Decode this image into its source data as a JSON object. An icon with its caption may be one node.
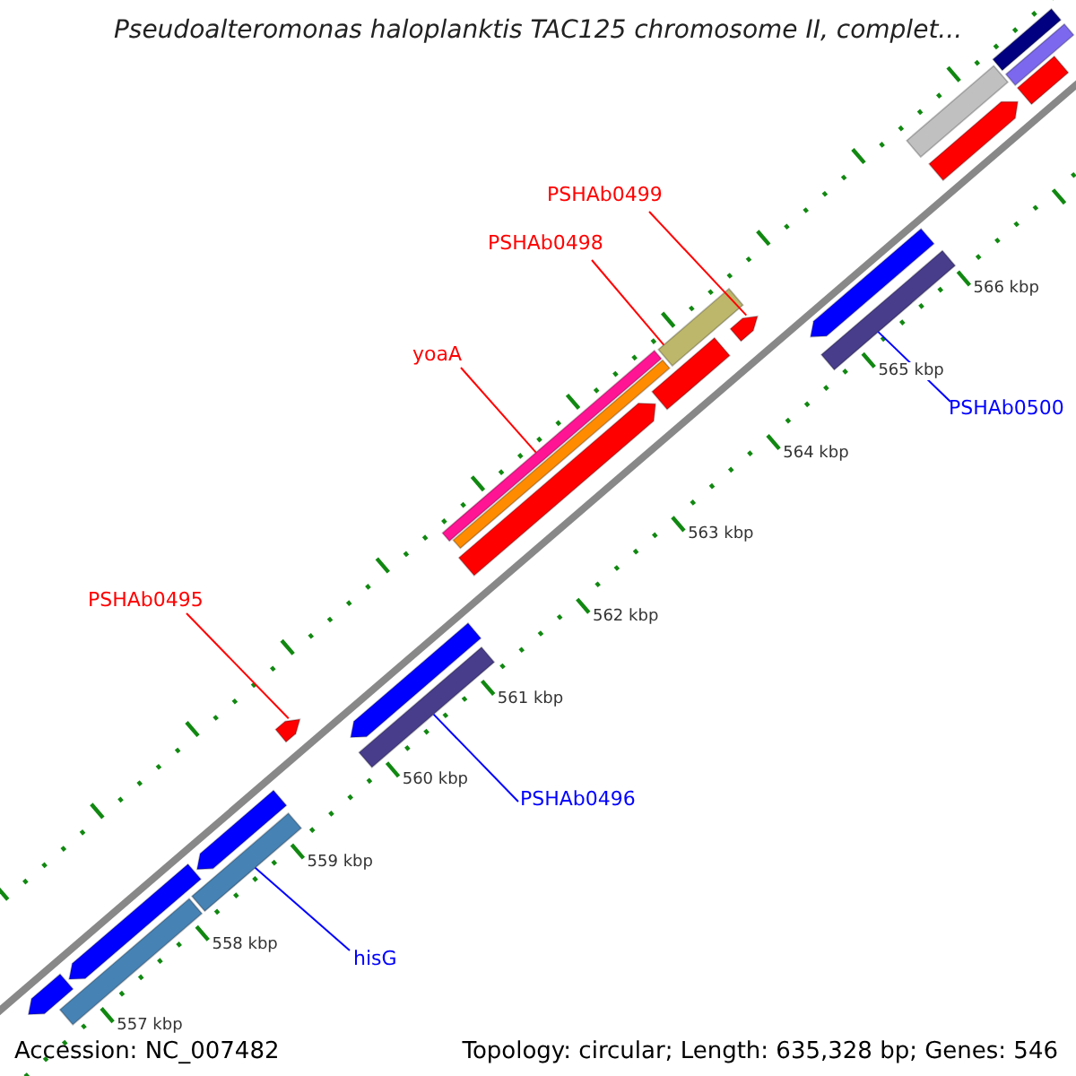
{
  "diagram": {
    "title": "Pseudoalteromonas haloplanktis TAC125 chromosome II, complet...",
    "nodes": [
      {
        "text": [
          "PSHAb0499"
        ]
      },
      {
        "text": [],
        "shape": "bar"
      },
      {
        "text": [
          "PSHAb0498"
        ]
      },
      {
        "text": [],
        "shape": "bar"
      },
      {
        "text": [
          "yoaA"
        ]
      },
      {
        "text": [],
        "shape": "bar"
      },
      {
        "text": [
          "PSHAb0500"
        ]
      },
      {
        "text": [],
        "shape": "bar"
      },
      {
        "text": [
          "PSHAb0495"
        ]
      },
      {
        "text": [],
        "shape": "bar"
      },
      {
        "text": [
          "PSHAb0496"
        ]
      },
      {
        "text": [],
        "shape": "bar"
      },
      {
        "text": [
          "hisG"
        ]
      },
      {
        "text": [],
        "shape": "bar"
      },
      {
        "text": [],
        "shape": "bar"
      },
      {
        "text": [],
        "shape": "bar"
      },
      {
        "text": [],
        "shape": "bar"
      },
      {
        "text": [],
        "shape": "bar"
      },
      {
        "text": [],
        "shape": "bar"
      },
      {
        "text": [],
        "shape": "bar"
      },
      {
        "text": [],
        "shape": "bar"
      },
      {
        "text": [],
        "shape": "bar"
      },
      {
        "text": [],
        "shape": "bar"
      },
      {
        "text": [],
        "shape": "bar"
      },
      {
        "text": [],
        "shape": "bar"
      },
      {
        "text": [],
        "shape": "bar"
      },
      {
        "text": [],
        "shape": "bar"
      },
      {
        "text": [],
        "shape": "bar"
      }
    ],
    "edges": [
      {
        "from": 0,
        "to": 1,
        "arrow": "none"
      },
      {
        "from": 2,
        "to": 3,
        "arrow": "none"
      },
      {
        "from": 4,
        "to": 5,
        "arrow": "none"
      },
      {
        "from": 6,
        "to": 7,
        "arrow": "none",
        "color": "#0000ff"
      },
      {
        "from": 8,
        "to": 9,
        "arrow": "none"
      },
      {
        "from": 10,
        "to": 11,
        "arrow": "none",
        "color": "#0000ff"
      },
      {
        "from": 12,
        "to": 13,
        "arrow": "none",
        "color": "#0000ff"
      }
    ],
    "labels": [
      "566 kbp",
      "565 kbp",
      "564 kbp",
      "563 kbp",
      "562 kbp",
      "561 kbp",
      "560 kbp",
      "559 kbp",
      "558 kbp",
      "557 kbp",
      "Accession: NC_007482",
      "Topology: circular; Length: 635,328 bp; Genes: 546"
    ]
  }
}
